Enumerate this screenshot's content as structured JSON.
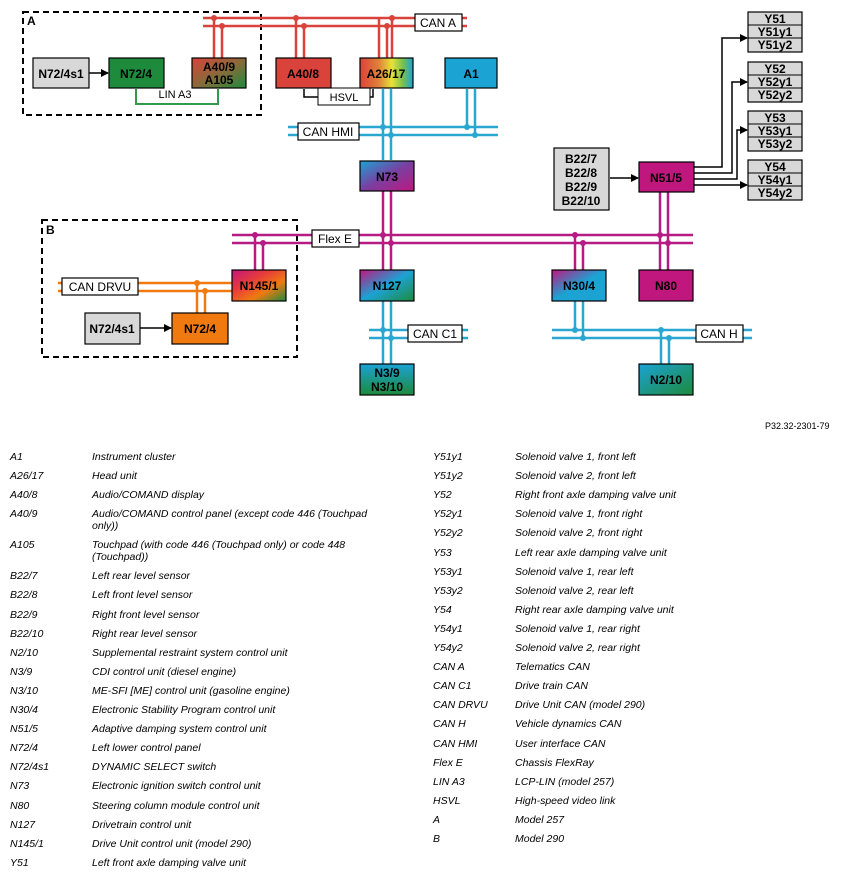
{
  "reference": "P32.32-2301-79",
  "groups": {
    "a": "A",
    "b": "B"
  },
  "buses": {
    "can_a": "CAN A",
    "lin_a3": "LIN A3",
    "hsvl": "HSVL",
    "can_hmi": "CAN HMI",
    "flex_e": "Flex E",
    "can_drvu": "CAN DRVU",
    "can_c1": "CAN C1",
    "can_h": "CAN H"
  },
  "nodes": {
    "n72_4s1_a": "N72/4s1",
    "n72_4_a": "N72/4",
    "a40_9": [
      "A40/9",
      "A105"
    ],
    "a40_8": "A40/8",
    "a26_17": "A26/17",
    "a1": "A1",
    "n73": "N73",
    "n145_1": "N145/1",
    "n72_4s1_b": "N72/4s1",
    "n72_4_b": "N72/4",
    "n127": "N127",
    "n30_4": "N30/4",
    "n80": "N80",
    "n51_5": "N51/5",
    "b22": [
      "B22/7",
      "B22/8",
      "B22/9",
      "B22/10"
    ],
    "n3": [
      "N3/9",
      "N3/10"
    ],
    "n2_10": "N2/10",
    "y51": [
      "Y51",
      "Y51y1",
      "Y51y2"
    ],
    "y52": [
      "Y52",
      "Y52y1",
      "Y52y2"
    ],
    "y53": [
      "Y53",
      "Y53y1",
      "Y53y2"
    ],
    "y54": [
      "Y54",
      "Y54y1",
      "Y54y2"
    ]
  },
  "colors": {
    "can_a": "#d9433b",
    "can_hmi": "#2aa7d0",
    "flex_e": "#b51b83",
    "can_drvu": "#f07a10",
    "lin": "#2e9a4a",
    "grey_box": "#d8d8d8",
    "green": "#1d8a3c",
    "red": "#d9433b",
    "cyan": "#1ba3d4",
    "magenta": "#c0177f",
    "orange": "#f07a10"
  },
  "legend_left": [
    {
      "code": "A1",
      "desc": "Instrument cluster"
    },
    {
      "code": "A26/17",
      "desc": "Head unit"
    },
    {
      "code": "A40/8",
      "desc": "Audio/COMAND display"
    },
    {
      "code": "A40/9",
      "desc": [
        "Audio/COMAND control panel (except code 446 (Touchpad",
        "only))"
      ]
    },
    {
      "code": "A105",
      "desc": [
        "Touchpad (with code 446 (Touchpad only) or code 448",
        "(Touchpad))"
      ]
    },
    {
      "code": "B22/7",
      "desc": "Left rear level sensor"
    },
    {
      "code": "B22/8",
      "desc": "Left front level sensor"
    },
    {
      "code": "B22/9",
      "desc": "Right front level sensor"
    },
    {
      "code": "B22/10",
      "desc": "Right rear level sensor"
    },
    {
      "code": "N2/10",
      "desc": "Supplemental restraint system control unit"
    },
    {
      "code": "N3/9",
      "desc": "CDI control unit (diesel engine)"
    },
    {
      "code": "N3/10",
      "desc": "ME-SFI [ME] control unit (gasoline engine)"
    },
    {
      "code": "N30/4",
      "desc": "Electronic Stability Program control unit"
    },
    {
      "code": "N51/5",
      "desc": "Adaptive damping system control unit"
    },
    {
      "code": "N72/4",
      "desc": "Left lower control panel"
    },
    {
      "code": "N72/4s1",
      "desc": "DYNAMIC SELECT switch"
    },
    {
      "code": "N73",
      "desc": "Electronic ignition switch control unit"
    },
    {
      "code": "N80",
      "desc": "Steering column module control unit"
    },
    {
      "code": "N127",
      "desc": "Drivetrain control unit"
    },
    {
      "code": "N145/1",
      "desc": "Drive Unit control unit (model 290)"
    },
    {
      "code": "Y51",
      "desc": "Left front axle damping valve unit"
    }
  ],
  "legend_right": [
    {
      "code": "Y51y1",
      "desc": "Solenoid valve 1, front left"
    },
    {
      "code": "Y51y2",
      "desc": "Solenoid valve 2, front left"
    },
    {
      "code": "Y52",
      "desc": "Right front axle damping valve unit"
    },
    {
      "code": "Y52y1",
      "desc": "Solenoid valve 1, front right"
    },
    {
      "code": "Y52y2",
      "desc": "Solenoid valve 2, front right"
    },
    {
      "code": "Y53",
      "desc": "Left rear axle damping valve unit"
    },
    {
      "code": "Y53y1",
      "desc": "Solenoid valve 1, rear left"
    },
    {
      "code": "Y53y2",
      "desc": "Solenoid valve 2, rear left"
    },
    {
      "code": "Y54",
      "desc": "Right rear axle damping valve unit"
    },
    {
      "code": "Y54y1",
      "desc": "Solenoid valve 1, rear right"
    },
    {
      "code": "Y54y2",
      "desc": "Solenoid valve 2, rear right"
    },
    {
      "code": "CAN A",
      "desc": "Telematics CAN"
    },
    {
      "code": "CAN C1",
      "desc": "Drive train CAN"
    },
    {
      "code": "CAN DRVU",
      "desc": "Drive Unit CAN (model 290)"
    },
    {
      "code": "CAN H",
      "desc": "Vehicle dynamics CAN"
    },
    {
      "code": "CAN HMI",
      "desc": "User interface CAN"
    },
    {
      "code": "Flex E",
      "desc": "Chassis FlexRay"
    },
    {
      "code": "LIN A3",
      "desc": "LCP-LIN (model 257)"
    },
    {
      "code": "HSVL",
      "desc": "High-speed video link"
    },
    {
      "code": "A",
      "desc": "Model 257"
    },
    {
      "code": "B",
      "desc": "Model 290"
    }
  ]
}
